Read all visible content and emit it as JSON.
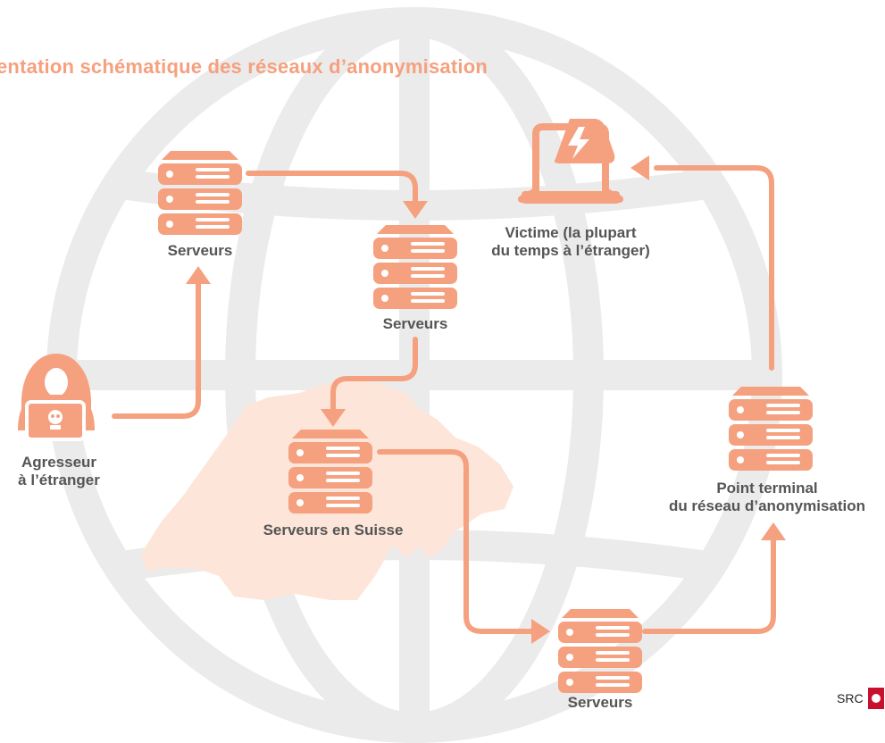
{
  "title": "entation schématique des réseaux d’anonymisation",
  "colors": {
    "accent": "#f5a07e",
    "globe": "#ebebeb",
    "switzerland": "#fde6d9",
    "label": "#555555"
  },
  "nodes": {
    "servers_top_left": {
      "label": "Serveurs",
      "icon": "server-icon"
    },
    "servers_middle": {
      "label": "Serveurs",
      "icon": "server-icon"
    },
    "servers_switzerland": {
      "label": "Serveurs en Suisse",
      "icon": "server-icon"
    },
    "servers_bottom": {
      "label": "Serveurs",
      "icon": "server-icon"
    },
    "endpoint": {
      "label_line1": "Point terminal",
      "label_line2": "du réseau d’anonymisation",
      "icon": "server-icon"
    },
    "victim": {
      "label_line1": "Victime (la plupart",
      "label_line2": "du temps à l’étranger)",
      "icon": "laptop-lightning-icon"
    },
    "attacker": {
      "label_line1": "Agresseur",
      "label_line2": "à l’étranger",
      "icon": "hooded-hacker-icon"
    }
  },
  "logo": {
    "text": "SRC"
  }
}
